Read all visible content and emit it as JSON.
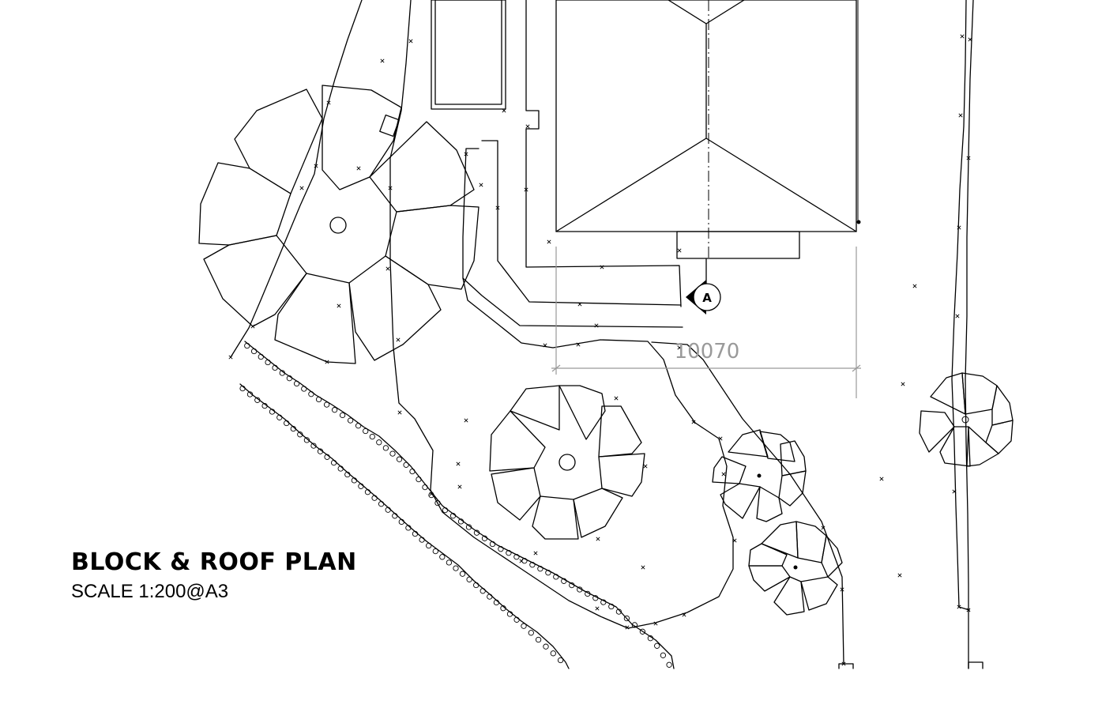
{
  "drawing": {
    "title": "BLOCK & ROOF PLAN",
    "scale": "SCALE 1:200@A3",
    "dimension": "10070",
    "section_marker": "A",
    "dimension_color": "#9a9a9a",
    "line_color": "#000000",
    "background": "#ffffff"
  }
}
